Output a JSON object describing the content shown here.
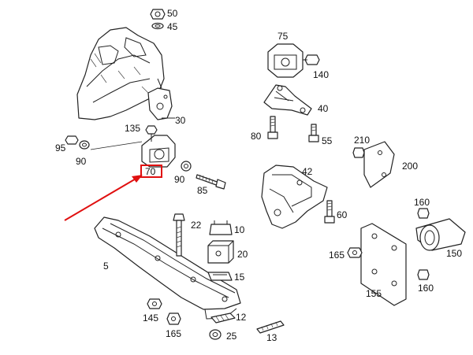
{
  "diagram": {
    "labels": {
      "p5": "5",
      "p10": "10",
      "p12": "12",
      "p13": "13",
      "p15": "15",
      "p20": "20",
      "p22": "22",
      "p25": "25",
      "p30": "30",
      "p40": "40",
      "p42": "42",
      "p45": "45",
      "p50": "50",
      "p55": "55",
      "p60": "60",
      "p70": "70",
      "p75": "75",
      "p80": "80",
      "p85": "85",
      "p90a": "90",
      "p90b": "90",
      "p95": "95",
      "p135": "135",
      "p140": "140",
      "p145": "145",
      "p150": "150",
      "p155": "155",
      "p160a": "160",
      "p160b": "160",
      "p165a": "165",
      "p165b": "165",
      "p200": "200",
      "p210": "210"
    },
    "highlight": {
      "part": "70",
      "color": "#e01010"
    }
  }
}
